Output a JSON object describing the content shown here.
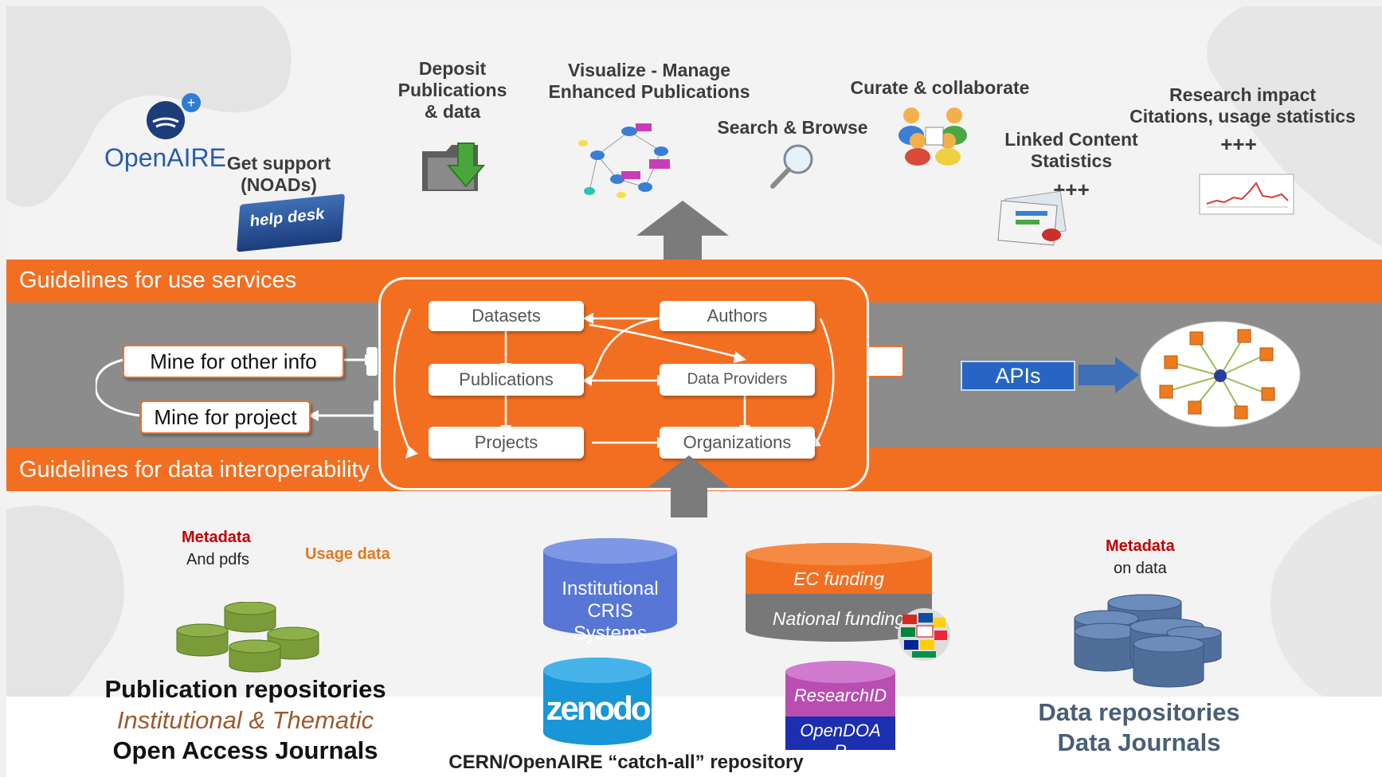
{
  "logo": {
    "text": "OpenAIRE"
  },
  "services": {
    "support": "Get support\n(NOADs)",
    "helpdesk": "help desk",
    "deposit": "Deposit\nPublications\n& data",
    "visualize": "Visualize - Manage\nEnhanced Publications",
    "search": "Search & Browse",
    "curate": "Curate & collaborate",
    "linked": "Linked Content\nStatistics",
    "linked_plus": "+++",
    "impact": "Research impact\nCitations, usage statistics",
    "impact_plus": "+++"
  },
  "bands": {
    "use": "Guidelines for use services",
    "interop": "Guidelines for data interoperability"
  },
  "mine": {
    "other": "Mine for other info",
    "project": "Mine for project"
  },
  "entities": {
    "datasets": "Datasets",
    "authors": "Authors",
    "publications": "Publications",
    "providers": "Data Providers",
    "projects": "Projects",
    "organizations": "Organizations"
  },
  "apis": "APIs",
  "sources": {
    "metadata_left": "Metadata",
    "and_pdfs": "And pdfs",
    "usage": "Usage data",
    "pub_repos": "Publication repositories",
    "inst_thematic": "Institutional & Thematic",
    "oa_journals": "Open Access Journals",
    "cris": "Institutional\nCRIS\nSystems",
    "zenodo": "zenodo",
    "catchall": "CERN/OpenAIRE “catch-all” repository",
    "ec_funding": "EC  funding",
    "national_funding": "National funding",
    "researchid": "ResearchID",
    "opendoar": "OpenDOA\nR",
    "metadata_right": "Metadata",
    "on_data": "on data",
    "data_repos": "Data repositories",
    "data_journals": "Data Journals"
  },
  "colors": {
    "orange": "#f26f21",
    "gray": "#8c8c8c",
    "blue": "#2665c4",
    "red": "#c00000"
  }
}
